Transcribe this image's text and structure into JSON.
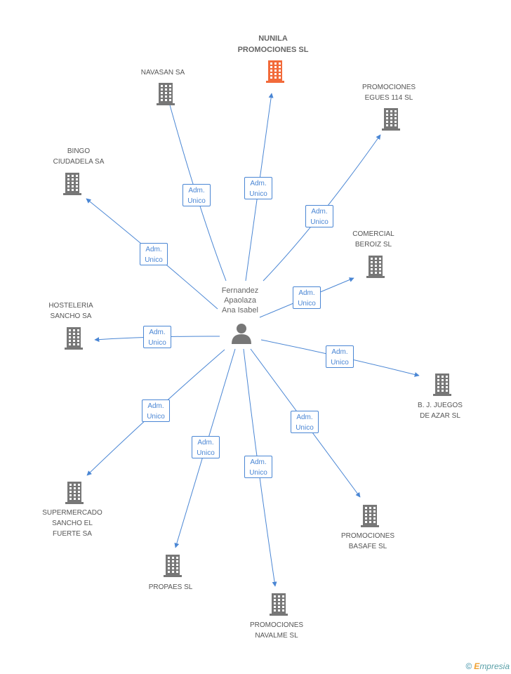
{
  "person": {
    "name_lines": [
      "Fernandez",
      "Apaolaza",
      "Ana Isabel"
    ],
    "icon": "person-icon"
  },
  "relation_label_lines": [
    "Adm.",
    "Unico"
  ],
  "colors": {
    "edge": "#4a86d4",
    "building": "#777777",
    "building_highlight": "#f26a3a"
  },
  "companies": [
    {
      "id": "nunila",
      "lines": [
        "NUNILA",
        "PROMOCIONES SL"
      ],
      "highlight": true
    },
    {
      "id": "navasan",
      "lines": [
        "NAVASAN SA"
      ]
    },
    {
      "id": "egues",
      "lines": [
        "PROMOCIONES",
        "EGUES 114 SL"
      ]
    },
    {
      "id": "bingo",
      "lines": [
        "BINGO",
        "CIUDADELA SA"
      ]
    },
    {
      "id": "beroiz",
      "lines": [
        "COMERCIAL",
        "BEROIZ  SL"
      ]
    },
    {
      "id": "hosteleria",
      "lines": [
        "HOSTELERIA",
        "SANCHO SA"
      ]
    },
    {
      "id": "bj",
      "lines": [
        "B. J. JUEGOS",
        "DE AZAR SL"
      ]
    },
    {
      "id": "supermercado",
      "lines": [
        "SUPERMERCADO",
        "SANCHO EL",
        "FUERTE SA"
      ]
    },
    {
      "id": "basafe",
      "lines": [
        "PROMOCIONES",
        "BASAFE SL"
      ]
    },
    {
      "id": "propaes",
      "lines": [
        "PROPAES SL"
      ]
    },
    {
      "id": "navalme",
      "lines": [
        "PROMOCIONES",
        "NAVALME SL"
      ]
    }
  ],
  "footer": {
    "copyright": "©",
    "brand_initial": "E",
    "brand_rest": "mpresia"
  }
}
